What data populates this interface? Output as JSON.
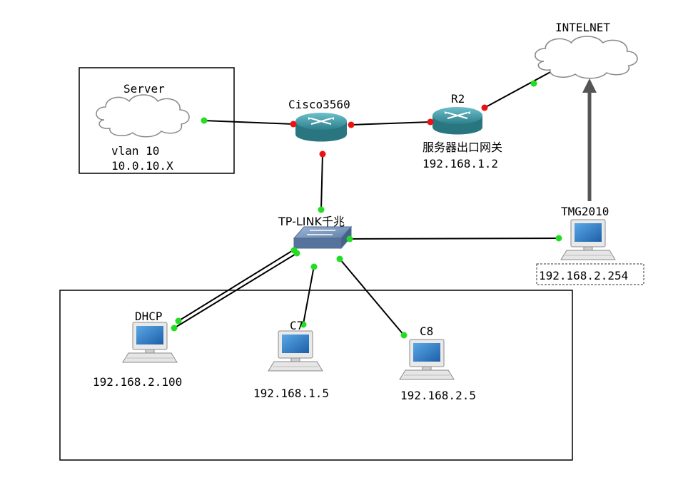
{
  "colors": {
    "port_up": "#22dd22",
    "port_down": "#ee1111",
    "router_body": "#3f9aa6",
    "cloud_stroke": "#888888",
    "line": "#000000"
  },
  "icons": {
    "router": "router-icon",
    "switch": "switch-icon",
    "pc": "pc-icon",
    "cloud": "cloud-icon"
  },
  "nodes": {
    "server": {
      "name": "Server",
      "vlan": "vlan 10",
      "ip": "10.0.10.X"
    },
    "internet": {
      "name": "INTELNET"
    },
    "core_switch": {
      "name": "Cisco3560"
    },
    "r2": {
      "name": "R2",
      "desc": "服务器出口网关",
      "ip": "192.168.1.2"
    },
    "tplink": {
      "name": "TP-LINK千兆"
    },
    "tmg": {
      "name": "TMG2010",
      "ip": "192.168.2.254"
    },
    "dhcp": {
      "name": "DHCP",
      "ip": "192.168.2.100"
    },
    "c7": {
      "name": "C7",
      "ip": "192.168.1.5"
    },
    "c8": {
      "name": "C8",
      "ip": "192.168.2.5"
    }
  }
}
